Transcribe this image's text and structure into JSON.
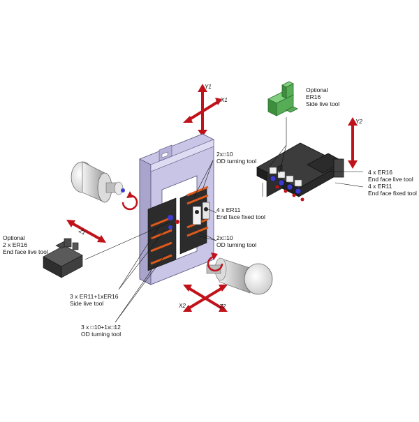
{
  "axes": {
    "y1": "Y1",
    "x1": "X1",
    "y2": "Y2",
    "x2": "X2",
    "z1": "Z1",
    "z2": "Z2"
  },
  "labels": {
    "side_live_tool_er16": {
      "line1": "Optional",
      "line2": "ER16",
      "line3": "Side live tool"
    },
    "od_turning_tool_top": {
      "line1": "2x□10",
      "line2": "OD turning tool"
    },
    "end_face_fixed_tool": {
      "line1": "4 x ER11",
      "line2": "End face fixed tool"
    },
    "od_turning_tool_mid": {
      "line1": "2x□10",
      "line2": "OD turning tool"
    },
    "end_face_live_tool_left": {
      "line1": "Optional",
      "line2": "2 x ER16",
      "line3": "End face live tool"
    },
    "side_live_tool_combo": {
      "line1": "3 x ER11+1xER16",
      "line2": "Side live tool"
    },
    "od_turning_tool_combo": {
      "line1": "3 x □10+1x□12",
      "line2": "OD turning tool"
    },
    "right_block": {
      "line1": "4 x ER16",
      "line2": "End face live tool",
      "line3": "4 x ER11",
      "line4": "End face fixed tool"
    }
  },
  "colors": {
    "arrow_red": "#c0121a",
    "plate_lavender": "#c9c5e6",
    "block_dark": "#2b2b2b",
    "green_tool": "#4aa04a",
    "spindle_gray": "#d9d9d9"
  }
}
